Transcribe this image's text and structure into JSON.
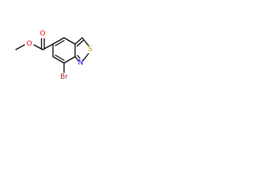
{
  "molecule": {
    "atoms": {
      "carbonyl_oxygen": "O",
      "ester_oxygen": "O",
      "sulfur": "S",
      "nitrogen": "N",
      "bromine": "Br"
    },
    "colors": {
      "oxygen": "#ff0000",
      "sulfur": "#c8a000",
      "nitrogen": "#0000ff",
      "bromine": "#a52a2a",
      "bond": "#000000"
    }
  }
}
